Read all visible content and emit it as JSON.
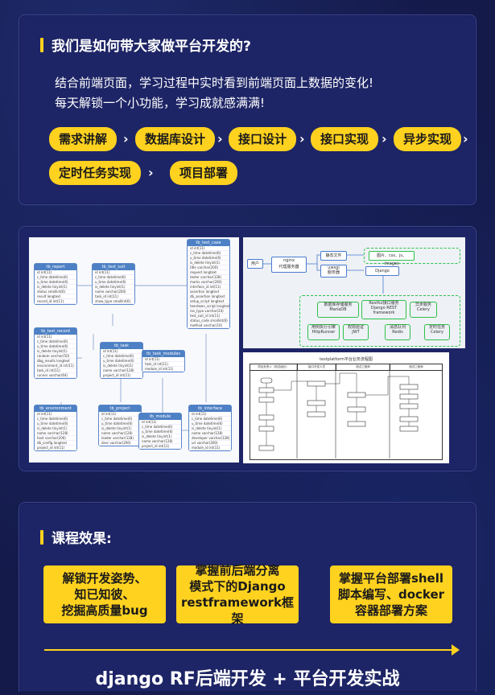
{
  "section1": {
    "title": "我们是如何带大家做平台开发的?",
    "lines": [
      "结合前端页面，学习过程中实时看到前端页面上数据的变化!",
      "每天解锁一个小功能，学习成就感满满!"
    ],
    "steps": [
      "需求讲解",
      "数据库设计",
      "接口设计",
      "接口实现",
      "异步实现",
      "定时任务实现",
      "项目部署"
    ]
  },
  "erd": {
    "tables": [
      {
        "name": "tb_report",
        "fields": [
          "id int(11)",
          "c_time datetime(6)",
          "u_time datetime(6)",
          "is_delete tinyint(1)",
          "status smallint(6)",
          "result longtext",
          "record_id int(11)"
        ]
      },
      {
        "name": "tb_test_suit",
        "fields": [
          "id int(11)",
          "c_time datetime(6)",
          "u_time datetime(6)",
          "is_delete tinyint(1)",
          "name varchar(200)",
          "task_id int(11)",
          "show_type smallint(6)"
        ]
      },
      {
        "name": "tb_test_case",
        "fields": [
          "id int(11)",
          "c_time datetime(6)",
          "u_time datetime(6)",
          "is_delete tinyint(1)",
          "title varchar(200)",
          "request longtext",
          "tester varchar(128)",
          "marks varchar(200)",
          "interface_id int(11)",
          "assertion longtext",
          "db_assertion longtext",
          "setup_script longtext",
          "teardown_script longtext",
          "res_type varchar(24)",
          "test_suit_id int(11)",
          "status_code smallint(6)",
          "method varchar(10)"
        ]
      },
      {
        "name": "tb_test_record",
        "fields": [
          "id int(11)",
          "c_time datetime(6)",
          "u_time datetime(6)",
          "is_delete tinyint(1)",
          "random varchar(50)",
          "dbg_results longtext",
          "environment_id int(11)",
          "task_id int(11)",
          "runner varchar(64)"
        ]
      },
      {
        "name": "tb_task",
        "fields": [
          "id int(11)",
          "c_time datetime(6)",
          "u_time datetime(6)",
          "is_delete tinyint(1)",
          "name varchar(128)",
          "project_id int(11)"
        ]
      },
      {
        "name": "tb_task_modules",
        "fields": [
          "id int(11)",
          "task_id int(11)",
          "module_id int(11)"
        ]
      },
      {
        "name": "tb_environment",
        "fields": [
          "id int(11)",
          "c_time datetime(6)",
          "u_time datetime(6)",
          "is_delete tinyint(1)",
          "name varchar(128)",
          "host varchar(200)",
          "db_config longtext",
          "project_id int(11)"
        ]
      },
      {
        "name": "tb_project",
        "fields": [
          "id int(11)",
          "c_time datetime(6)",
          "u_time datetime(6)",
          "is_delete tinyint(1)",
          "name varchar(128)",
          "leader varchar(128)",
          "desc varchar(200)"
        ]
      },
      {
        "name": "tb_module",
        "fields": [
          "id int(11)",
          "c_time datetime(6)",
          "u_time datetime(6)",
          "is_delete tinyint(1)",
          "name varchar(128)",
          "project_id int(11)"
        ]
      },
      {
        "name": "tb_interface",
        "fields": [
          "id int(11)",
          "c_time datetime(6)",
          "u_time datetime(6)",
          "is_delete tinyint(1)",
          "name varchar(128)",
          "developer varchar(128)",
          "url varchar(200)",
          "module_id int(11)"
        ]
      }
    ]
  },
  "arch": {
    "user": "用户",
    "nginx": [
      "nginx",
      "代理服务器"
    ],
    "static": "静态文件",
    "uwsgi": [
      "uwsgi",
      "服务器"
    ],
    "assets": "图片、css、js、images",
    "django": "Django",
    "services": [
      [
        "数据库存储服务",
        "MariaDB"
      ],
      [
        "Restful接口服务",
        "Django REST",
        "framework"
      ],
      [
        "异步服务",
        "Celery"
      ],
      [
        "用例执行引擎",
        "HttpRunner"
      ],
      [
        "权限验证",
        "JWT"
      ],
      [
        "消息队列",
        "Redis"
      ],
      [
        "定时任务",
        "Celery"
      ]
    ]
  },
  "flow": {
    "title": "testplatform平台业务流程图",
    "lanes": [
      "项目负责人（测试组长）",
      "接口开发人员",
      "测试工程师",
      "测试工程师"
    ]
  },
  "section2": {
    "title": "课程效果:",
    "effects": [
      [
        "解锁开发姿势、",
        "知已知彼、",
        "挖掘高质量bug"
      ],
      [
        "掌握前后端分离",
        "模式下的Django",
        "restframework框架"
      ],
      [
        "掌握平台部署shell",
        "脚本编写、docker",
        "容器部署方案"
      ]
    ]
  },
  "footer": "django RF后端开发 + 平台开发实战"
}
